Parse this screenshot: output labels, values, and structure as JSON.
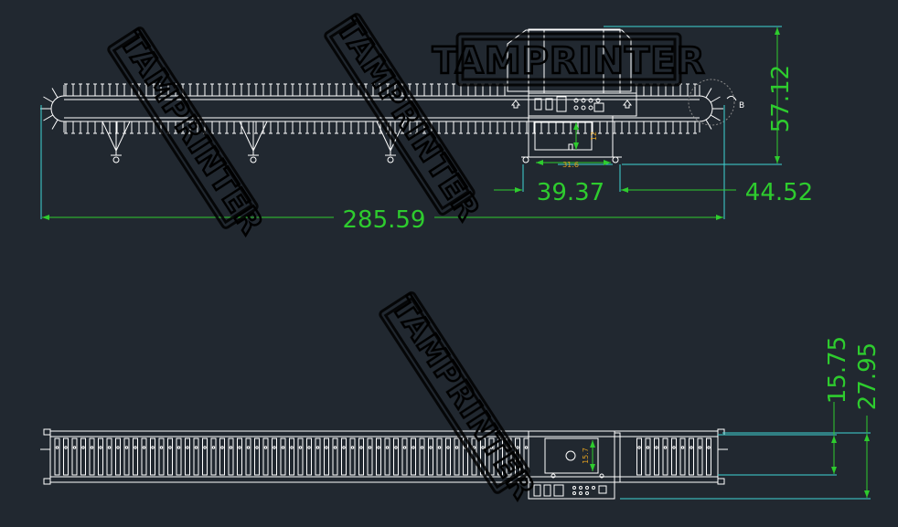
{
  "colors": {
    "background": "#212830",
    "drawing_line": "#ffffff",
    "dimension": "#2ecc2e",
    "extension": "#3fd6d6",
    "small_dimension": "#e0a020",
    "watermark": "#000000"
  },
  "watermark": {
    "text": "TAMPRINTER"
  },
  "side_view": {
    "dims": {
      "total_length": "285.59",
      "platen_width": "39.37",
      "end_length": "44.52",
      "height": "57.12",
      "inner_width": "31.6",
      "inner_height": "12"
    },
    "marker_label": "B"
  },
  "top_view": {
    "dims": {
      "inner_width": "15.75",
      "outer_width": "27.95",
      "opening": "15.7"
    }
  }
}
